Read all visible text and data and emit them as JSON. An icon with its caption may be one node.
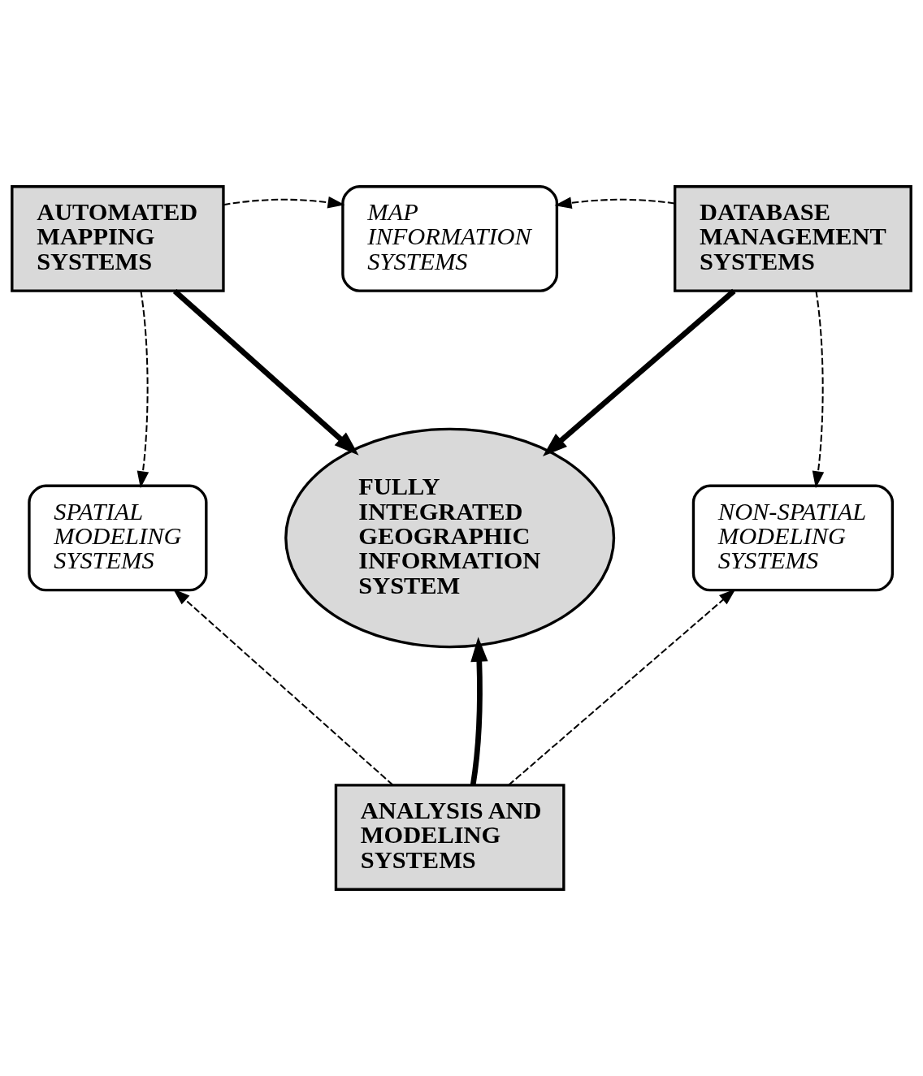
{
  "diagram": {
    "nodes": [
      {
        "text": [
          "AUTOMATED MAPPING SYSTEMS"
        ]
      },
      {
        "text": [
          "MAP INFORMATION SYSTEMS"
        ]
      },
      {
        "text": [
          "DATABASE MANAGEMENT SYSTEMS"
        ]
      },
      {
        "text": [
          "SPATIAL MODELING SYSTEMS"
        ]
      },
      {
        "text": [
          "FULLY INTEGRATED GEOGRAPHIC INFORMATION SYSTEM"
        ]
      },
      {
        "text": [
          "NON-SPATIAL MODELING SYSTEMS"
        ]
      },
      {
        "text": [
          "ANALYSIS AND MODELING SYSTEMS"
        ]
      }
    ],
    "edges": [
      {
        "from": 0,
        "to": 1,
        "arrow": "to",
        "style": "dashed"
      },
      {
        "from": 2,
        "to": 1,
        "arrow": "to",
        "style": "dashed"
      },
      {
        "from": 0,
        "to": 4,
        "arrow": "to",
        "style": "thick"
      },
      {
        "from": 2,
        "to": 4,
        "arrow": "to",
        "style": "thick"
      },
      {
        "from": 0,
        "to": 3,
        "arrow": "to",
        "style": "dashed"
      },
      {
        "from": 2,
        "to": 5,
        "arrow": "to",
        "style": "dashed"
      },
      {
        "from": 6,
        "to": 4,
        "arrow": "to",
        "style": "thick"
      },
      {
        "from": 6,
        "to": 3,
        "arrow": "to",
        "style": "dashed"
      },
      {
        "from": 6,
        "to": 5,
        "arrow": "to",
        "style": "dashed"
      }
    ]
  }
}
